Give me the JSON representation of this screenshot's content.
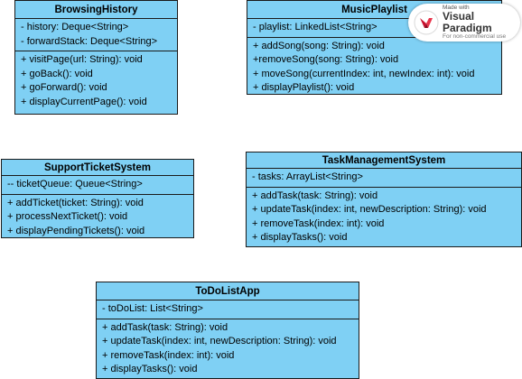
{
  "classes": {
    "browsing": {
      "name": "BrowsingHistory",
      "attributes": [
        "- history: Deque<String>",
        "- forwardStack: Deque<String>"
      ],
      "methods": [
        "+ visitPage(url: String): void",
        "+ goBack(): void",
        "+ goForward(): void",
        "+ displayCurrentPage(): void"
      ]
    },
    "music": {
      "name": "MusicPlaylist",
      "attributes": [
        "- playlist: LinkedList<String>"
      ],
      "methods": [
        "+ addSong(song: String): void",
        "+removeSong(song: String): void",
        "+ moveSong(currentIndex: int, newIndex: int): void",
        "+ displayPlaylist(): void"
      ]
    },
    "support": {
      "name": "SupportTicketSystem",
      "attributes": [
        "-- ticketQueue: Queue<String>"
      ],
      "methods": [
        "+ addTicket(ticket: String): void",
        "+ processNextTicket(): void",
        "+ displayPendingTickets(): void"
      ]
    },
    "task": {
      "name": "TaskManagementSystem",
      "attributes": [
        "- tasks: ArrayList<String>"
      ],
      "methods": [
        "+ addTask(task: String): void",
        "+ updateTask(index: int, newDescription: String): void",
        "+ removeTask(index: int): void",
        "+ displayTasks(): void"
      ]
    },
    "todo": {
      "name": "ToDoListApp",
      "attributes": [
        "- toDoList: List<String>"
      ],
      "methods": [
        "+ addTask(task: String): void",
        "+ updateTask(index: int, newDescription: String): void",
        "+ removeTask(index: int): void",
        "+ displayTasks(): void"
      ]
    }
  },
  "watermark": {
    "made_with": "Made with",
    "brand": "Visual Paradigm",
    "sub": "For non-commercial use"
  },
  "colors": {
    "class_fill": "#7fd0f4",
    "border": "#1a1a1a"
  }
}
